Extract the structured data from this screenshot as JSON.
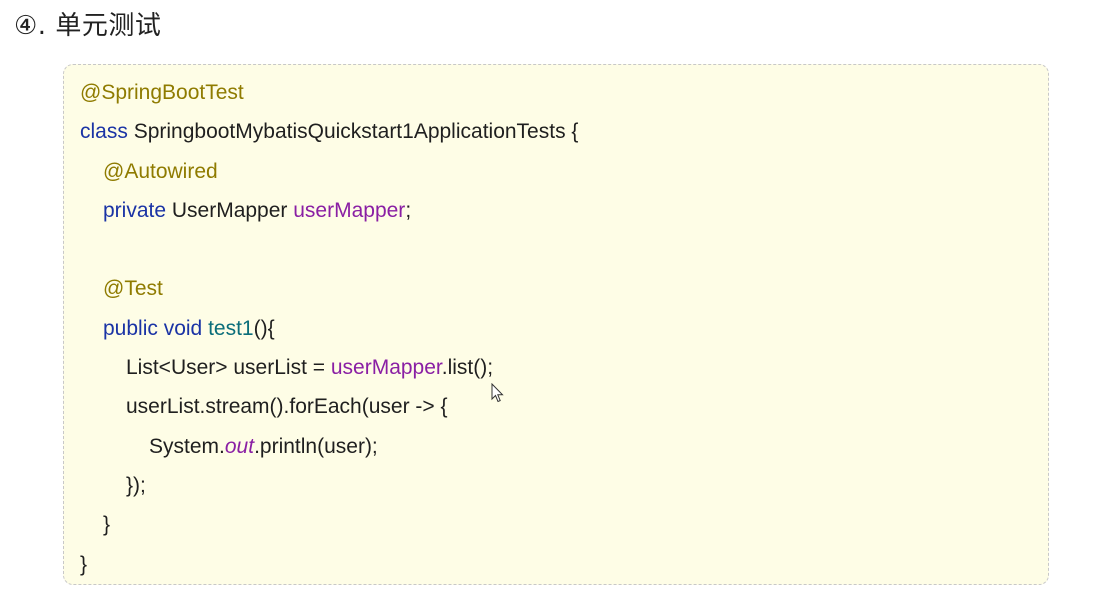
{
  "heading": "④. 单元测试",
  "code": {
    "l1_anno": "@SpringBootTest",
    "l2_kw": "class",
    "l2_rest": " SpringbootMybatisQuickstart1ApplicationTests {",
    "l3_anno": "@Autowired",
    "l4_kw": "private",
    "l4_type": " UserMapper ",
    "l4_field": "userMapper",
    "l4_end": ";",
    "l6_anno": "@Test",
    "l7_kw": "public void",
    "l7_sp": " ",
    "l7_fn": "test1",
    "l7_end": "(){",
    "l8_pre": "List<User> userList = ",
    "l8_field": "userMapper",
    "l8_end": ".list();",
    "l9": "userList.stream().forEach(user -> {",
    "l10_pre": "System.",
    "l10_static": "out",
    "l10_end": ".println(user);",
    "l11": "});",
    "l12": "}",
    "l13": "}"
  },
  "colors": {
    "annotation": "#8f7b00",
    "keyword": "#1a33a5",
    "field": "#8a1fa4",
    "method": "#0b6e7a",
    "background": "#fefde6"
  },
  "icons": {
    "cursor": "mouse-pointer-icon"
  }
}
